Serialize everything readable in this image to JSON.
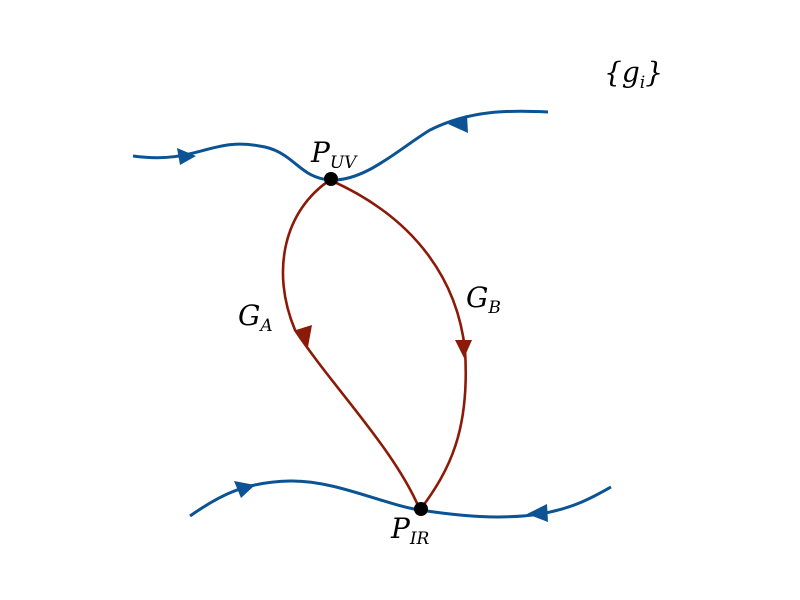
{
  "colors": {
    "flow_line": "#0b5394",
    "trajectory": "#8b1a08",
    "fixed_point": "#000000",
    "background": "#ffffff"
  },
  "labels": {
    "coupling_set": {
      "base": "{g",
      "sub": "i",
      "close": "}"
    },
    "uv_point": {
      "base": "P",
      "sub": "UV"
    },
    "ir_point": {
      "base": "P",
      "sub": "IR"
    },
    "trajectory_a": {
      "base": "G",
      "sub": "A"
    },
    "trajectory_b": {
      "base": "G",
      "sub": "B"
    }
  }
}
